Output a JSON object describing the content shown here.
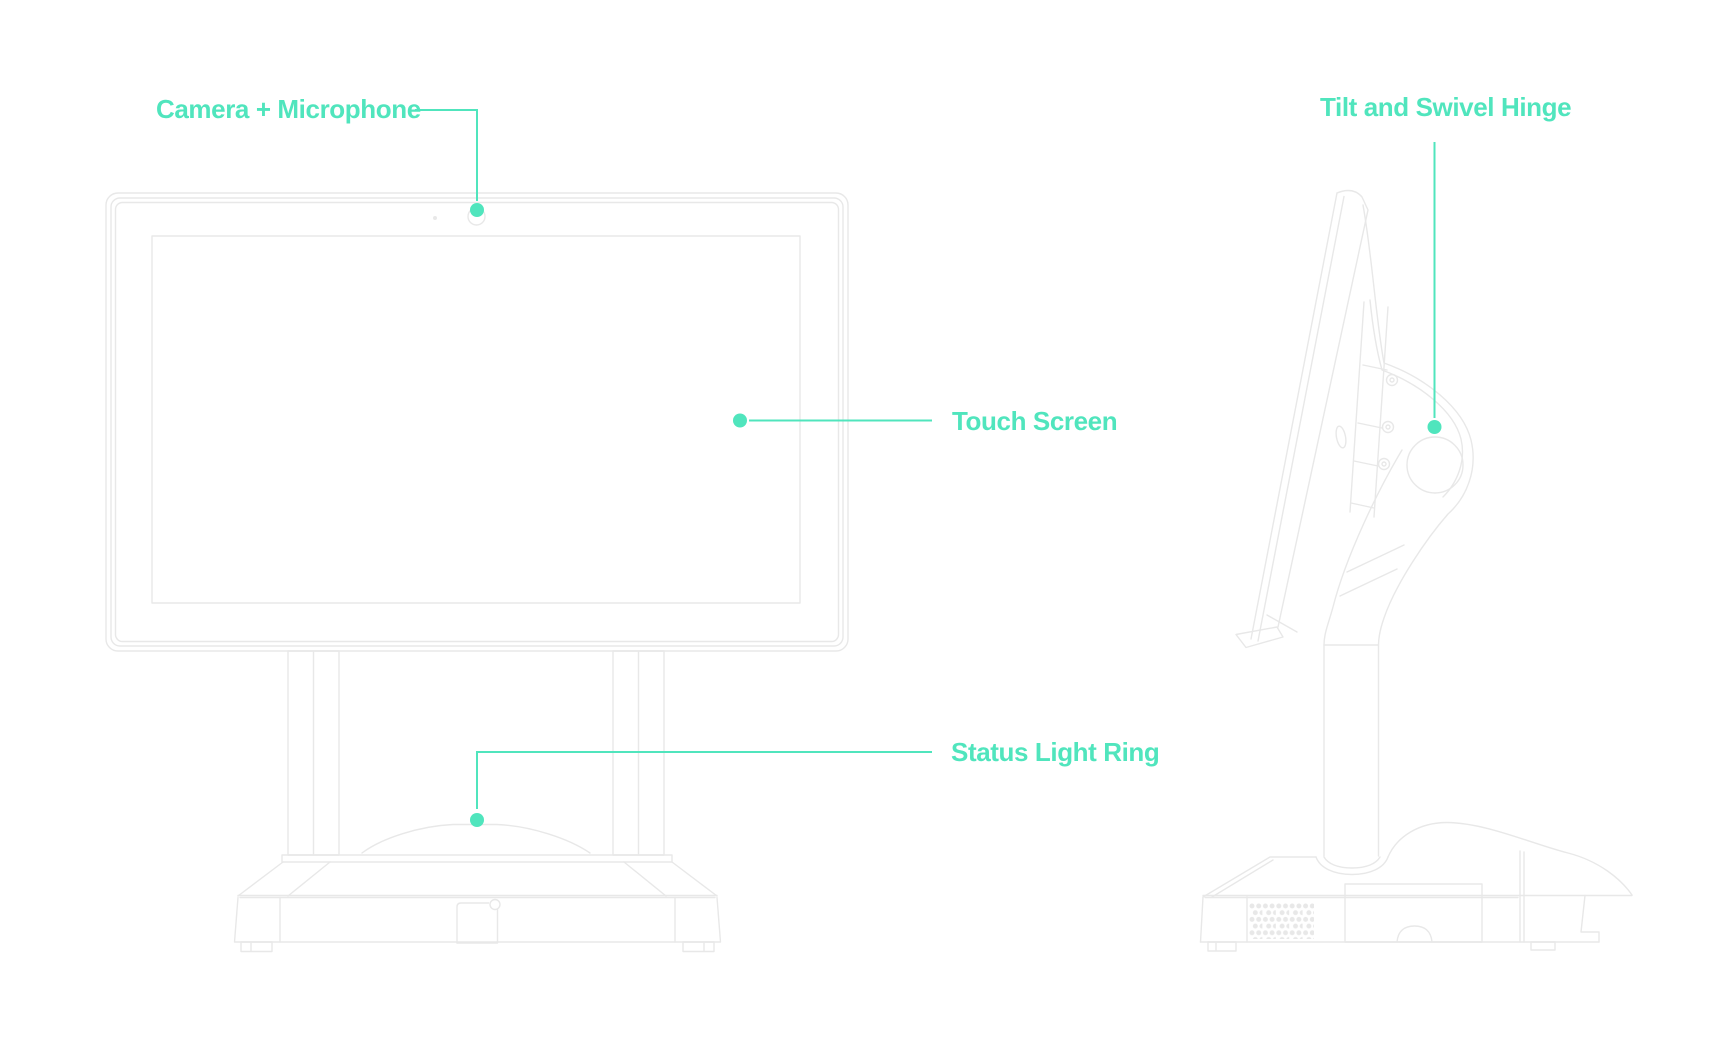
{
  "colors": {
    "accent": "#50e5bd",
    "line": "#e8e8e8",
    "line_soft": "#f0f0f0",
    "background": "#ffffff"
  },
  "callouts": {
    "camera": {
      "label": "Camera + Microphone"
    },
    "touch": {
      "label": "Touch Screen"
    },
    "status": {
      "label": "Status Light Ring"
    },
    "hinge": {
      "label": "Tilt and Swivel Hinge"
    }
  }
}
